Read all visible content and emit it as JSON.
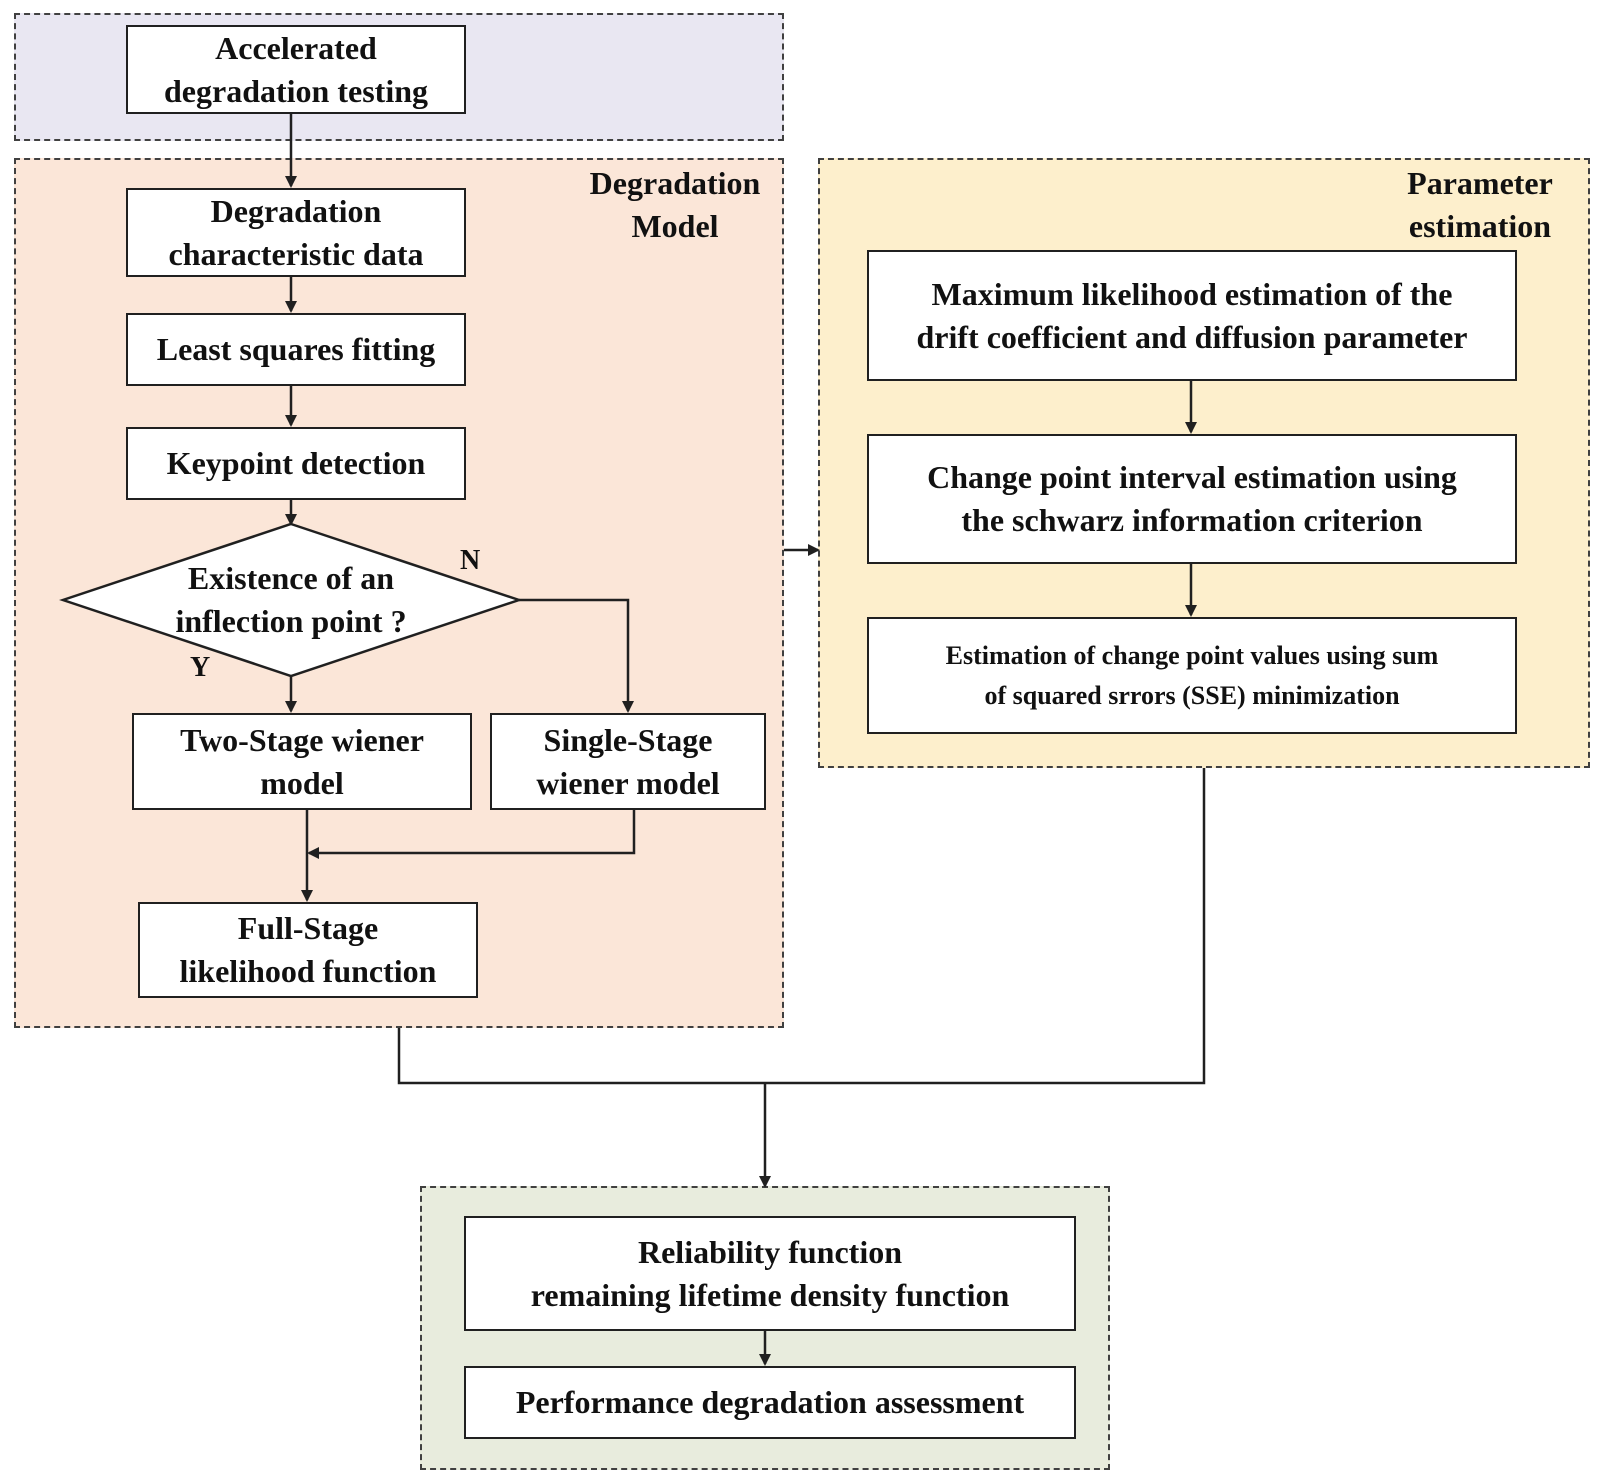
{
  "groups": {
    "top": {},
    "degradation": {
      "title_line1": "Degradation",
      "title_line2": "Model"
    },
    "parameter": {
      "title_line1": "Parameter",
      "title_line2": "estimation"
    },
    "bottom": {}
  },
  "boxes": {
    "accelerated": {
      "line1": "Accelerated",
      "line2": "degradation testing"
    },
    "characteristic": {
      "line1": "Degradation",
      "line2": "characteristic data"
    },
    "least_squares": {
      "line1": "Least squares fitting"
    },
    "keypoint": {
      "line1": "Keypoint detection"
    },
    "decision": {
      "line1": "Existence of an",
      "line2": "inflection point ?"
    },
    "two_stage": {
      "line1": "Two-Stage wiener",
      "line2": "model"
    },
    "single_stage": {
      "line1": "Single-Stage",
      "line2": "wiener model"
    },
    "full_stage": {
      "line1": "Full-Stage",
      "line2": "likelihood function"
    },
    "mle": {
      "line1": "Maximum likelihood estimation of the",
      "line2": "drift coefficient and diffusion parameter"
    },
    "change_interval": {
      "line1": "Change point interval estimation using",
      "line2": "the schwarz information criterion"
    },
    "change_values": {
      "line1": "Estimation of change point values using sum",
      "line2": "of squared srrors (SSE) minimization"
    },
    "reliability": {
      "line1": "Reliability function",
      "line2": "remaining lifetime density function"
    },
    "performance": {
      "line1": "Performance degradation assessment"
    }
  },
  "branch_labels": {
    "no": "N",
    "yes": "Y"
  },
  "colors": {
    "top_fill": "#e9e7f2",
    "degradation_fill": "#fbe6d8",
    "parameter_fill": "#fdefcc",
    "bottom_fill": "#e8ecdd",
    "line": "#202020"
  }
}
